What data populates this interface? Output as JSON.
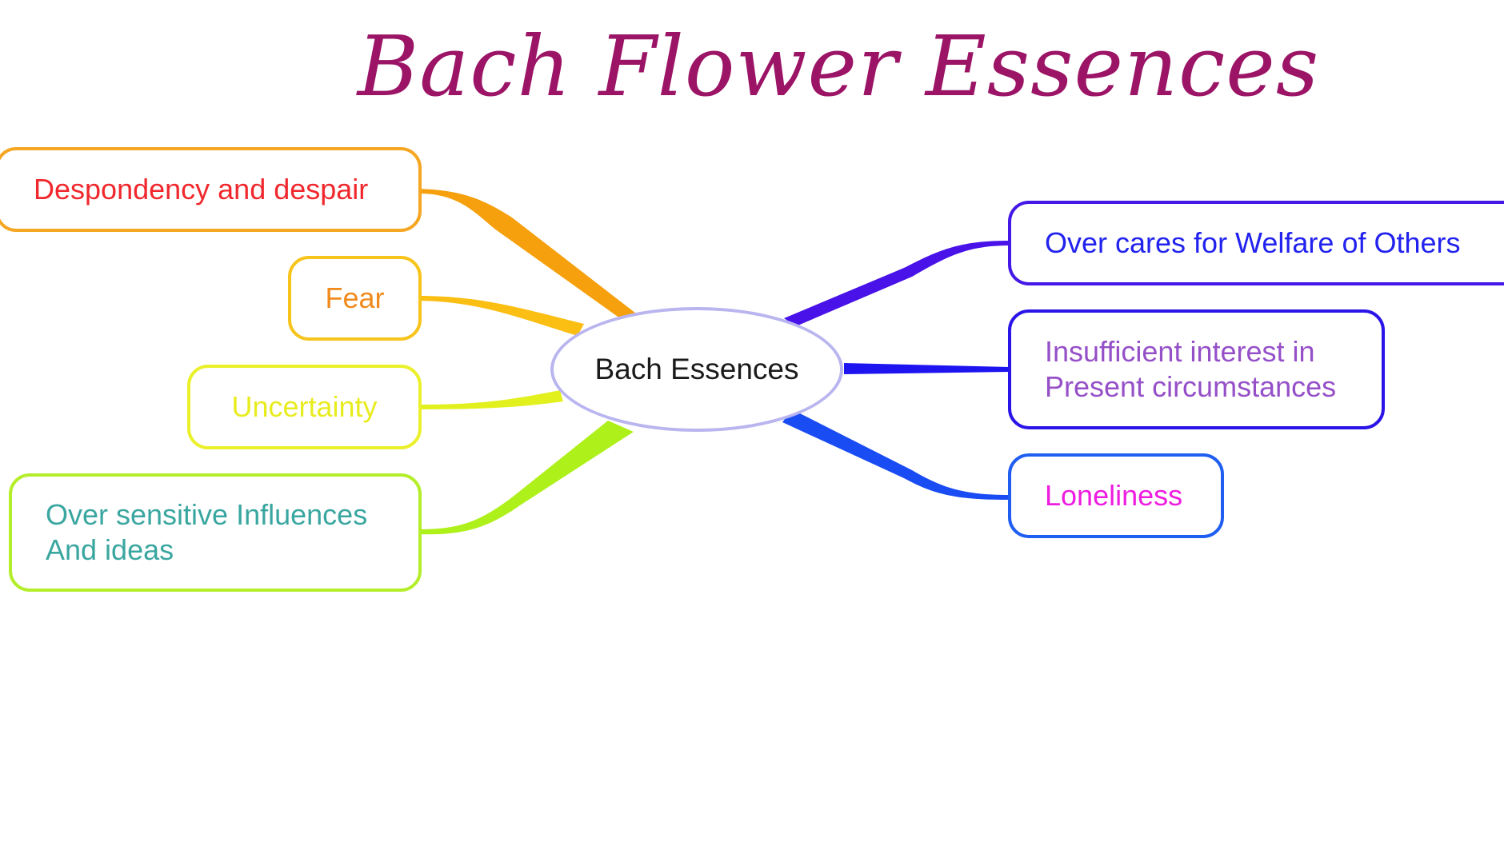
{
  "title": "Bach Flower Essences",
  "center": {
    "label": "Bach Essences",
    "border_color": "#b9b5ef"
  },
  "left_nodes": [
    {
      "label": "Despondency and despair",
      "border_color": "#f5a623",
      "text_color": "#f0282d",
      "branch_color": "#f5a00c"
    },
    {
      "label": "Fear",
      "border_color": "#f7c41c",
      "text_color": "#f08a1c",
      "branch_color": "#fbbe12"
    },
    {
      "label": "Uncertainty",
      "border_color": "#eaf02a",
      "text_color": "#e8ec1e",
      "branch_color": "#e2f01e"
    },
    {
      "label": "Over sensitive Influences\nAnd ideas",
      "border_color": "#b4ee2a",
      "text_color": "#3aa6a0",
      "branch_color": "#aef01a"
    }
  ],
  "right_nodes": [
    {
      "label": "Over cares for Welfare of Others",
      "border_color": "#4418e6",
      "text_color": "#2222ee",
      "branch_color": "#4812e8"
    },
    {
      "label": "Insufficient interest in\nPresent circumstances",
      "border_color": "#2a14e8",
      "text_color": "#9550c8",
      "branch_color": "#1e14f0"
    },
    {
      "label": "Loneliness",
      "border_color": "#1f5ef0",
      "text_color": "#ee1ce0",
      "branch_color": "#1a4cf4"
    }
  ]
}
